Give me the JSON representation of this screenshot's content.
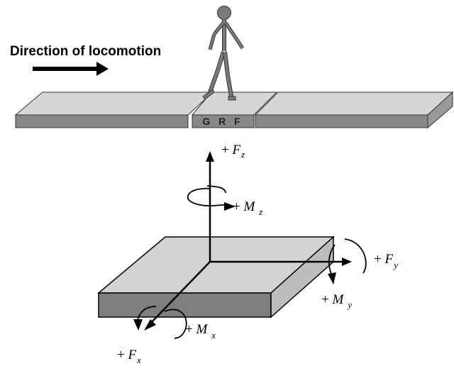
{
  "heading": "Direction of locomotion",
  "plate_label": "G R F",
  "labels": {
    "fz": {
      "sign": "+ ",
      "var": "F",
      "sub": "z"
    },
    "mz": {
      "sign": "+ ",
      "var": "M",
      "sub": "z"
    },
    "fy": {
      "sign": "+ ",
      "var": "F",
      "sub": "y"
    },
    "my": {
      "sign": "+ ",
      "var": "M",
      "sub": "y"
    },
    "mx": {
      "sign": "+ ",
      "var": "M",
      "sub": "x"
    },
    "fx": {
      "sign": "+ ",
      "var": "F",
      "sub": "x"
    }
  },
  "colors": {
    "walkway_top": "#d6d6d6",
    "walkway_front": "#888888",
    "walkway_side": "#9a9a9a",
    "plate_top": "#d3d3d3",
    "plate_front": "#7f7f7f",
    "plate_side": "#bdbdbd",
    "figure": "#7a7a7a",
    "ink": "#000000"
  }
}
